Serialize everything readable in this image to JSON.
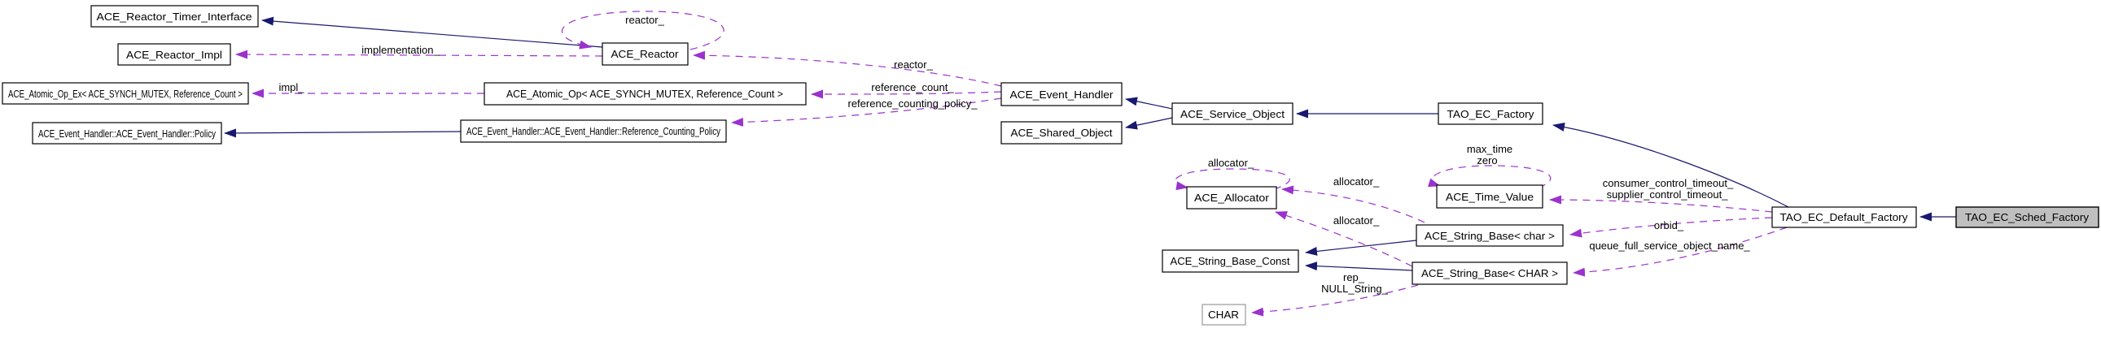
{
  "diagram": {
    "kind": "collaboration-graph",
    "focus_node": "TAO_EC_Sched_Factory",
    "colors": {
      "background": "#ffffff",
      "inheritance_edge": "#191970",
      "usage_edge": "#9a32cd",
      "node_fill": "#ffffff",
      "node_border": "#000000",
      "focus_node_fill": "#bfbfbf",
      "undocumented_node_border": "#9a9a9a",
      "text": "#000000"
    },
    "nodes": [
      {
        "label": "ACE_Reactor_Timer_Interface"
      },
      {
        "label": "ACE_Reactor_Impl"
      },
      {
        "label": "ACE_Atomic_Op_Ex< ACE_SYNCH_MUTEX, Reference_Count >"
      },
      {
        "label": "ACE_Event_Handler::ACE_Event_Handler::Policy"
      },
      {
        "label": "ACE_Reactor"
      },
      {
        "label": "ACE_Atomic_Op< ACE_SYNCH_MUTEX, Reference_Count >"
      },
      {
        "label": "ACE_Event_Handler::ACE_Event_Handler::Reference_Counting_Policy"
      },
      {
        "label": "ACE_Event_Handler"
      },
      {
        "label": "ACE_Shared_Object"
      },
      {
        "label": "ACE_Service_Object"
      },
      {
        "label": "TAO_EC_Factory"
      },
      {
        "label": "ACE_Allocator"
      },
      {
        "label": "ACE_Time_Value"
      },
      {
        "label": "ACE_String_Base< char >"
      },
      {
        "label": "ACE_String_Base_Const"
      },
      {
        "label": "ACE_String_Base< CHAR >"
      },
      {
        "label": "CHAR"
      },
      {
        "label": "TAO_EC_Default_Factory"
      },
      {
        "label": "TAO_EC_Sched_Factory"
      }
    ],
    "edges": [
      {
        "from": "ACE_Reactor",
        "to": "ACE_Reactor",
        "relation": "uses",
        "label_lines": [
          "reactor_"
        ]
      },
      {
        "from": "ACE_Reactor",
        "to": "ACE_Reactor_Impl",
        "relation": "uses",
        "label_lines": [
          "implementation_"
        ]
      },
      {
        "from": "ACE_Reactor",
        "to": "ACE_Reactor_Timer_Interface",
        "relation": "inherits",
        "label_lines": []
      },
      {
        "from": "ACE_Atomic_Op< ACE_SYNCH_MUTEX, Reference_Count >",
        "to": "ACE_Atomic_Op_Ex< ACE_SYNCH_MUTEX, Reference_Count >",
        "relation": "uses",
        "label_lines": [
          "impl_"
        ]
      },
      {
        "from": "ACE_Event_Handler::ACE_Event_Handler::Reference_Counting_Policy",
        "to": "ACE_Event_Handler::ACE_Event_Handler::Policy",
        "relation": "inherits",
        "label_lines": []
      },
      {
        "from": "ACE_Event_Handler",
        "to": "ACE_Reactor",
        "relation": "uses",
        "label_lines": [
          "reactor_"
        ]
      },
      {
        "from": "ACE_Event_Handler",
        "to": "ACE_Atomic_Op< ACE_SYNCH_MUTEX, Reference_Count >",
        "relation": "uses",
        "label_lines": [
          "reference_count_"
        ]
      },
      {
        "from": "ACE_Event_Handler",
        "to": "ACE_Event_Handler::ACE_Event_Handler::Reference_Counting_Policy",
        "relation": "uses",
        "label_lines": [
          "reference_counting_policy_"
        ]
      },
      {
        "from": "ACE_Service_Object",
        "to": "ACE_Event_Handler",
        "relation": "inherits",
        "label_lines": []
      },
      {
        "from": "ACE_Service_Object",
        "to": "ACE_Shared_Object",
        "relation": "inherits",
        "label_lines": []
      },
      {
        "from": "TAO_EC_Factory",
        "to": "ACE_Service_Object",
        "relation": "inherits",
        "label_lines": []
      },
      {
        "from": "TAO_EC_Default_Factory",
        "to": "TAO_EC_Factory",
        "relation": "inherits",
        "label_lines": []
      },
      {
        "from": "TAO_EC_Sched_Factory",
        "to": "TAO_EC_Default_Factory",
        "relation": "inherits",
        "label_lines": []
      },
      {
        "from": "ACE_Allocator",
        "to": "ACE_Allocator",
        "relation": "uses",
        "label_lines": [
          "allocator_"
        ]
      },
      {
        "from": "ACE_String_Base< char >",
        "to": "ACE_Allocator",
        "relation": "uses",
        "label_lines": [
          "allocator_"
        ]
      },
      {
        "from": "ACE_String_Base< CHAR >",
        "to": "ACE_Allocator",
        "relation": "uses",
        "label_lines": [
          "allocator_"
        ]
      },
      {
        "from": "ACE_Time_Value",
        "to": "ACE_Time_Value",
        "relation": "uses",
        "label_lines": [
          "max_time",
          "zero"
        ]
      },
      {
        "from": "TAO_EC_Default_Factory",
        "to": "ACE_Time_Value",
        "relation": "uses",
        "label_lines": [
          "consumer_control_timeout_",
          "supplier_control_timeout_"
        ]
      },
      {
        "from": "TAO_EC_Default_Factory",
        "to": "ACE_String_Base< char >",
        "relation": "uses",
        "label_lines": [
          "orbid_"
        ]
      },
      {
        "from": "TAO_EC_Default_Factory",
        "to": "ACE_String_Base< CHAR >",
        "relation": "uses",
        "label_lines": [
          "queue_full_service_object_name_"
        ]
      },
      {
        "from": "ACE_String_Base< char >",
        "to": "ACE_String_Base_Const",
        "relation": "inherits",
        "label_lines": []
      },
      {
        "from": "ACE_String_Base< CHAR >",
        "to": "ACE_String_Base_Const",
        "relation": "inherits",
        "label_lines": []
      },
      {
        "from": "ACE_String_Base< CHAR >",
        "to": "CHAR",
        "relation": "uses",
        "label_lines": [
          "rep_",
          "NULL_String_"
        ]
      }
    ]
  }
}
